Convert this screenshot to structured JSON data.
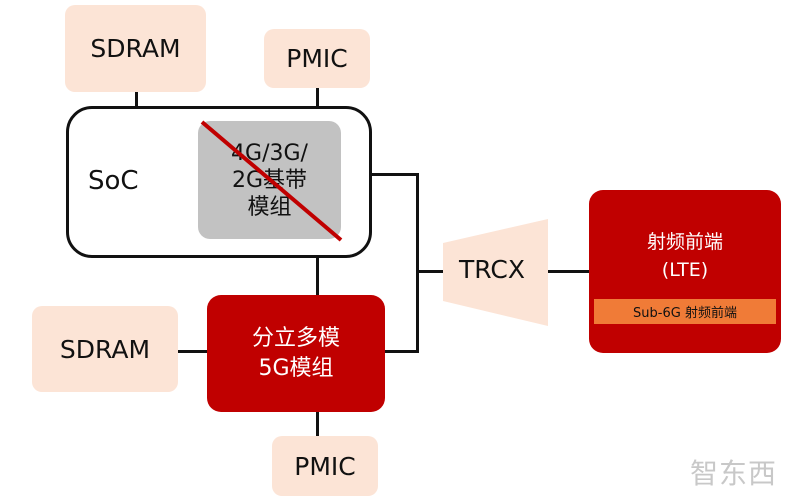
{
  "blocks": {
    "sdram_top": "SDRAM",
    "pmic_top": "PMIC",
    "soc": "SoC",
    "baseband_line1": "4G/3G/",
    "baseband_line2": "2G基带",
    "baseband_line3": "模组",
    "discrete_line1": "分立多模",
    "discrete_line2": "5G模组",
    "sdram_bottom": "SDRAM",
    "pmic_bottom": "PMIC",
    "trcx": "TRCX",
    "rf_line1": "射频前端",
    "rf_line2": "(LTE)",
    "rf_sub": "Sub-6G 射频前端"
  },
  "watermark": "智东西",
  "colors": {
    "peach": "#fce4d6",
    "red": "#c00000",
    "orange": "#f07b37",
    "gray": "#c2c2c2",
    "strike": "#c00000"
  }
}
